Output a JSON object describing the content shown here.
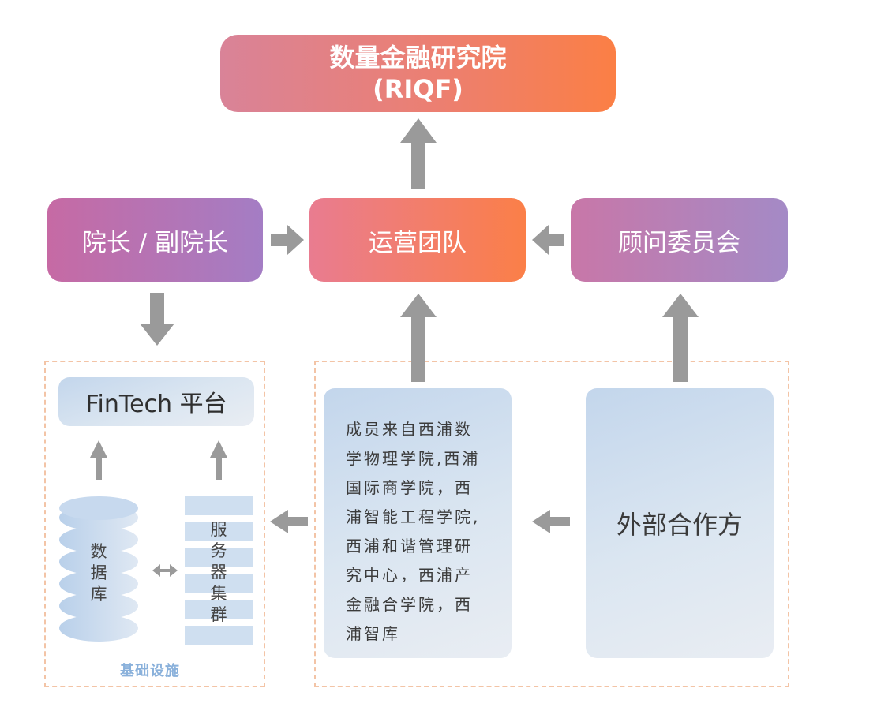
{
  "top": {
    "title": "数量金融研究院",
    "subtitle": "(RIQF)"
  },
  "middle": {
    "left": "院长 / 副院长",
    "center": "运营团队",
    "right": "顾问委员会"
  },
  "infrastructure": {
    "platform": "FinTech 平台",
    "database_chars": [
      "数",
      "据",
      "库"
    ],
    "server_chars": [
      "服",
      "务",
      "器",
      "集",
      "群"
    ],
    "label": "基础设施"
  },
  "members": {
    "lines": [
      "成员来自西浦数",
      "学物理学院,西浦",
      "国际商学院，西",
      "浦智能工程学院,",
      "西浦和谐管理研",
      "究中心，西浦产",
      "金融合学院，西",
      "浦智库"
    ]
  },
  "external": {
    "label": "外部合作方"
  },
  "colors": {
    "arrow": "#9a9a9a",
    "dashed_border": "#f3c4a6",
    "infra_label": "#8ab1db"
  }
}
